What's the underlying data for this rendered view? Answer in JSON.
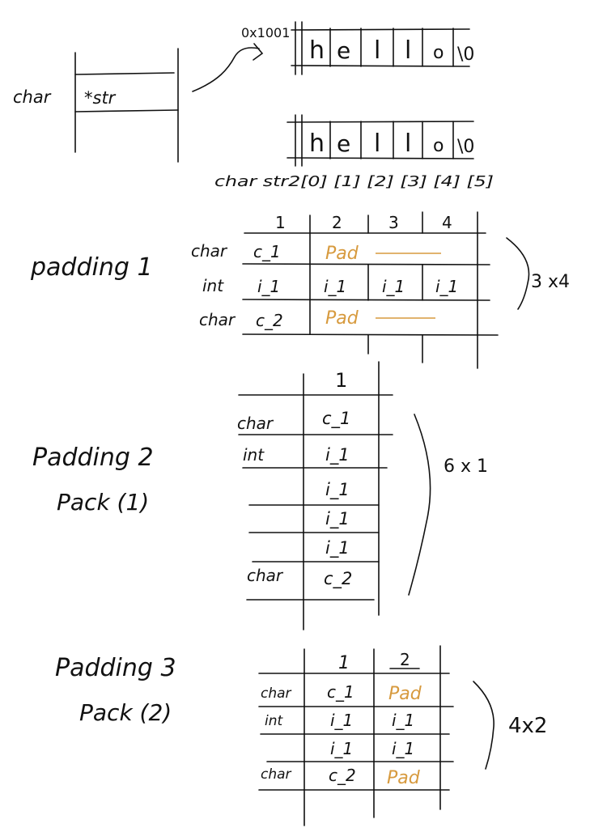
{
  "pointer_section": {
    "var_label": "char",
    "var_name": "*str",
    "address": "0x1001",
    "string1_chars": [
      "h",
      "e",
      "l",
      "l",
      "o",
      "\\0"
    ],
    "string2_chars": [
      "h",
      "e",
      "l",
      "l",
      "o",
      "\\0"
    ],
    "index_labels": "char str2[0] [1] [2] [3] [4] [5]"
  },
  "padding1": {
    "title": "padding 1",
    "col_headers": [
      "1",
      "2",
      "3",
      "4"
    ],
    "rows": [
      {
        "type": "char",
        "cells": [
          "c_1",
          "Pad"
        ]
      },
      {
        "type": "int",
        "cells": [
          "i_1",
          "i_1",
          "i_1",
          "i_1"
        ]
      },
      {
        "type": "char",
        "cells": [
          "c_2",
          "Pad"
        ]
      }
    ],
    "size": "3 x4"
  },
  "padding2": {
    "title": "Padding 2",
    "subtitle": "Pack (1)",
    "col_header": "1",
    "rows": [
      {
        "type": "char",
        "cell": "c_1"
      },
      {
        "type": "int",
        "cell": "i_1"
      },
      {
        "type": "",
        "cell": "i_1"
      },
      {
        "type": "",
        "cell": "i_1"
      },
      {
        "type": "",
        "cell": "i_1"
      },
      {
        "type": "char",
        "cell": "c_2"
      }
    ],
    "size": "6 x 1"
  },
  "padding3": {
    "title": "Padding 3",
    "subtitle": "Pack (2)",
    "col_headers": [
      "1",
      "2"
    ],
    "rows": [
      {
        "type": "char",
        "cells": [
          "c_1",
          "Pad"
        ]
      },
      {
        "type": "int",
        "cells": [
          "i_1",
          "i_1"
        ]
      },
      {
        "type": "",
        "cells": [
          "i_1",
          "i_1"
        ]
      },
      {
        "type": "char",
        "cells": [
          "c_2",
          "Pad"
        ]
      }
    ],
    "size": "4x2"
  },
  "colors": {
    "ink": "#111111",
    "pad": "#d79a3e",
    "background": "#ffffff"
  }
}
